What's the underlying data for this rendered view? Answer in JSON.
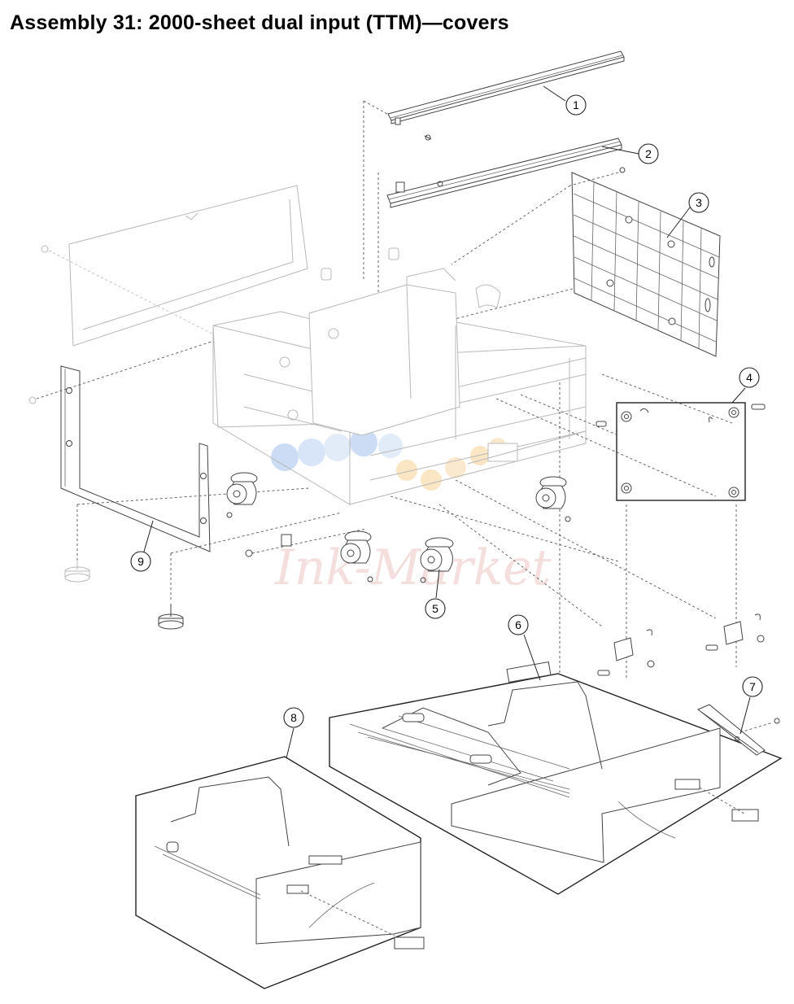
{
  "title": "Assembly 31:  2000-sheet dual input (TTM)—covers",
  "callouts": [
    {
      "label": "1"
    },
    {
      "label": "2"
    },
    {
      "label": "3"
    },
    {
      "label": "4"
    },
    {
      "label": "5"
    },
    {
      "label": "6"
    },
    {
      "label": "7"
    },
    {
      "label": "8"
    },
    {
      "label": "9"
    }
  ],
  "watermark": {
    "text": "Ink-Market"
  },
  "colors": {
    "line": "#444444",
    "faint": "#b8b8b8",
    "callout_stroke": "#222222"
  }
}
